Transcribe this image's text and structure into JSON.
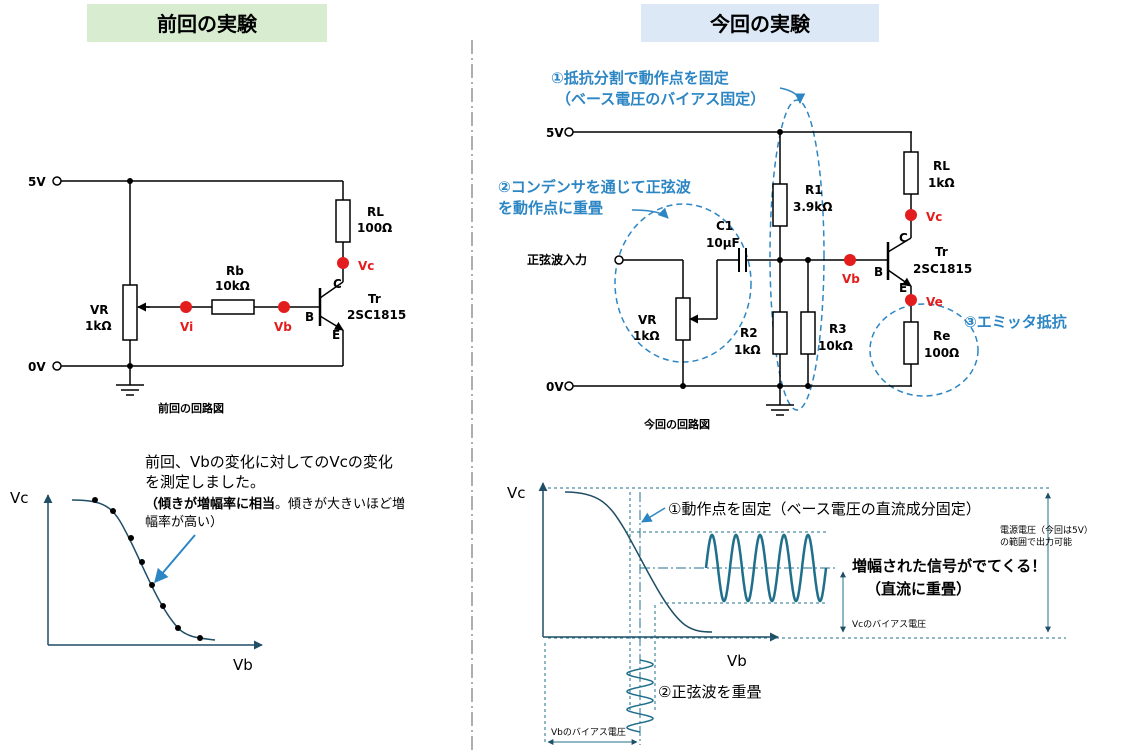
{
  "left_panel": {
    "title": "前回の実験",
    "colors": {
      "title_bg": "#d8edd0",
      "wire": "#000000",
      "node": "#e31d1d",
      "curve": "#1f4e66"
    },
    "circuit": {
      "v5": "5V",
      "v0": "0V",
      "rl_name": "RL",
      "rl_value": "100Ω",
      "vc": "Vc",
      "rb_name": "Rb",
      "rb_value": "10kΩ",
      "tr_name": "Tr",
      "tr_model": "2SC1815",
      "pin_b": "B",
      "pin_c": "C",
      "pin_e": "E",
      "vr_name": "VR",
      "vr_value": "1kΩ",
      "vi": "Vi",
      "vb": "Vb",
      "caption": "前回の回路図"
    },
    "graph": {
      "ylabel": "Vc",
      "xlabel": "Vb",
      "note_line1": "前回、Vbの変化に対してのVcの変化",
      "note_line2": "を測定しました。",
      "note_bold": "（傾きが増幅率に相当",
      "note_rest": "。傾きが大きいほど増",
      "note_line4": "幅率が高い）"
    }
  },
  "right_panel": {
    "title": "今回の実験",
    "colors": {
      "title_bg": "#dce8f5",
      "accent": "#2d86c4",
      "wave": "#1f6f8b"
    },
    "circuit": {
      "callout1_line1": "①抵抗分割で動作点を固定",
      "callout1_line2": "（ベース電圧のバイアス固定）",
      "callout2_line1": "②コンデンサを通じて正弦波",
      "callout2_line2": "を動作点に重畳",
      "callout3": "③エミッタ抵抗",
      "v5": "5V",
      "v0": "0V",
      "input_label": "正弦波入力",
      "c1_name": "C1",
      "c1_value": "10μF",
      "r1_name": "R1",
      "r1_value": "3.9kΩ",
      "r2_name": "R2",
      "r2_value": "1kΩ",
      "r3_name": "R3",
      "r3_value": "10kΩ",
      "vr_name": "VR",
      "vr_value": "1kΩ",
      "rl_name": "RL",
      "rl_value": "1kΩ",
      "re_name": "Re",
      "re_value": "100Ω",
      "tr_name": "Tr",
      "tr_model": "2SC1815",
      "pin_b": "B",
      "pin_c": "C",
      "pin_e": "E",
      "vb": "Vb",
      "vc": "Vc",
      "ve": "Ve",
      "caption": "今回の回路図"
    },
    "graph": {
      "ylabel": "Vc",
      "xlabel": "Vb",
      "annot1": "①動作点を固定（ベース電圧の直流成分固定）",
      "annot2": "②正弦波を重畳",
      "out_line1": "増幅された信号がでてくる！",
      "out_line2": "（直流に重畳）",
      "supply_line1": "電源電圧（今回は5V）",
      "supply_line2": "の範囲で出力可能",
      "vc_bias": "Vcのバイアス電圧",
      "vb_bias": "Vbのバイアス電圧"
    }
  }
}
